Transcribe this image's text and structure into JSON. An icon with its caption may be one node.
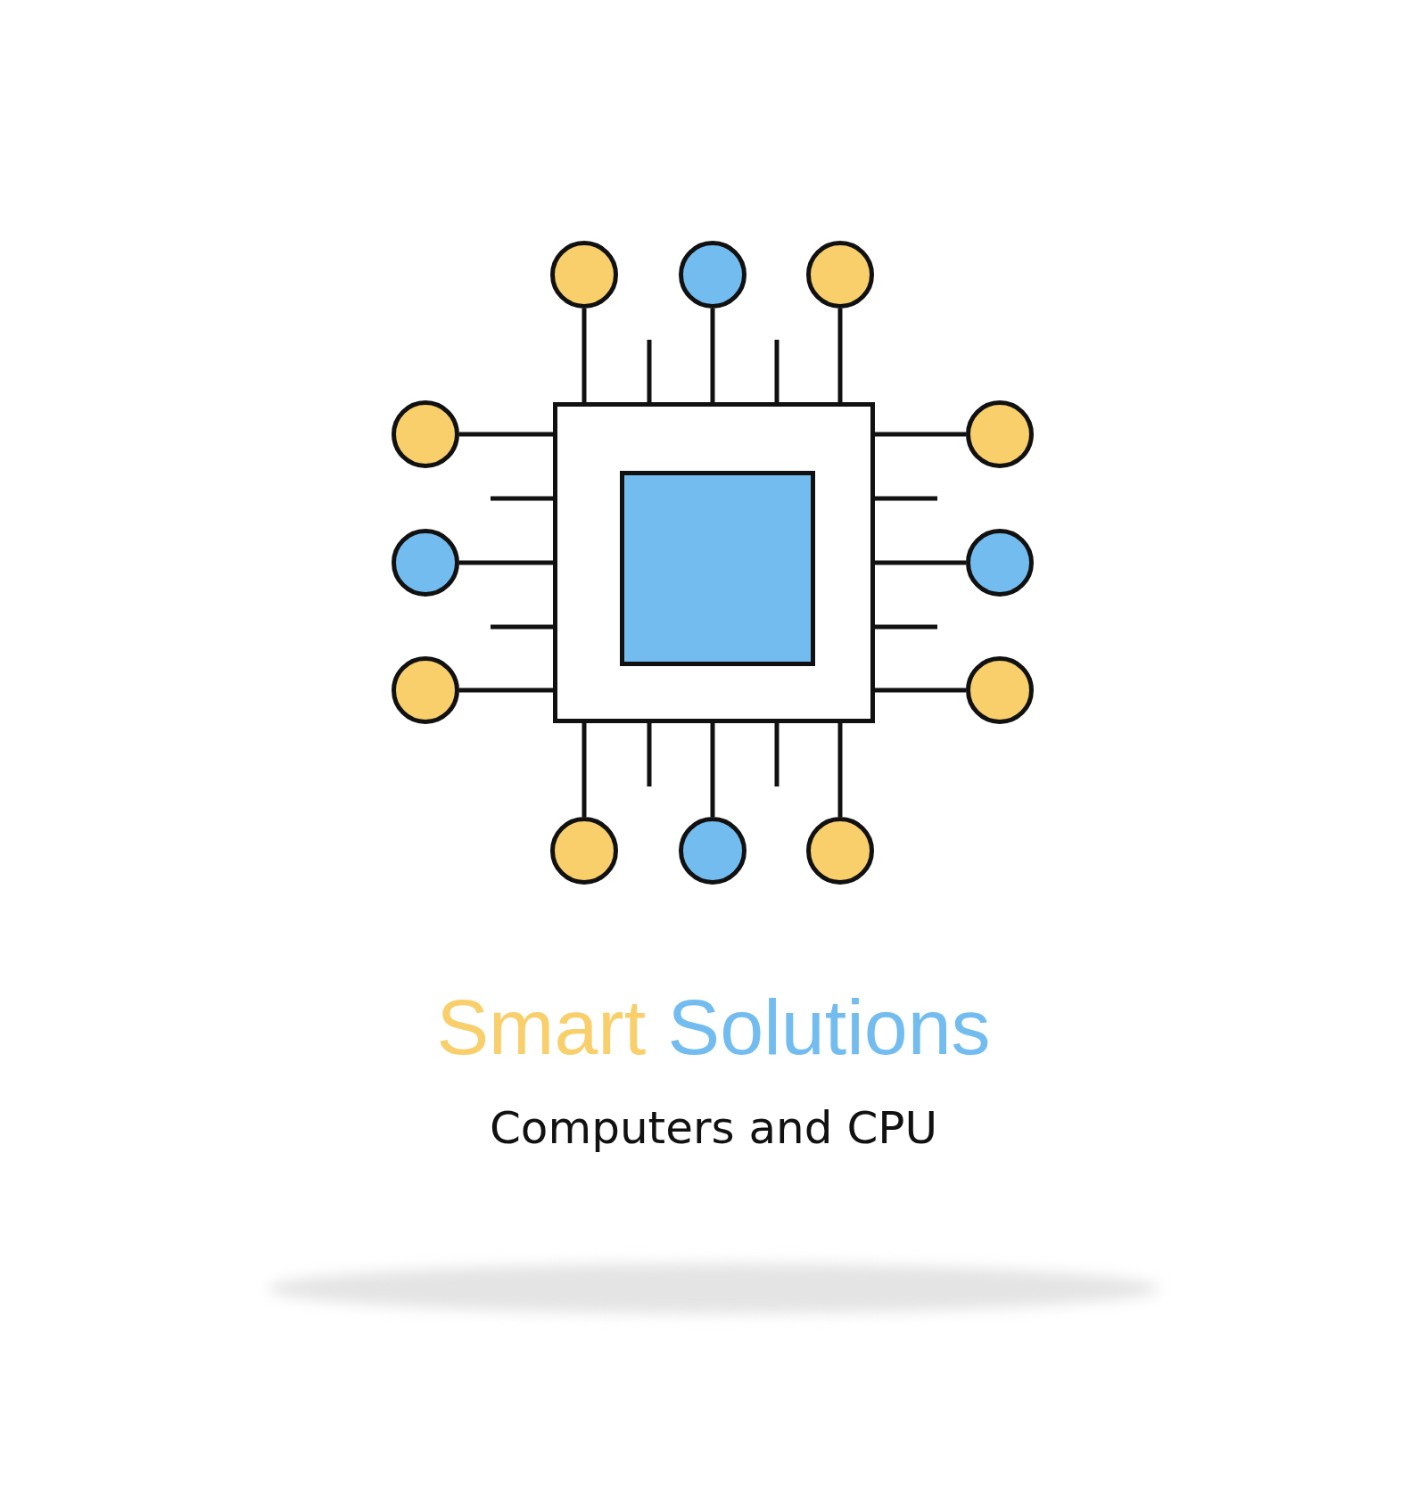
{
  "diagram": {
    "title": "Smart Solutions",
    "nodes": [
      {
        "text": [],
        "shape": "box"
      },
      {
        "text": [],
        "shape": "box",
        "in": 0
      },
      {
        "text": [],
        "shape": "circle"
      },
      {
        "text": [],
        "shape": "circle"
      },
      {
        "text": [],
        "shape": "circle"
      },
      {
        "text": [],
        "shape": "circle"
      },
      {
        "text": [],
        "shape": "circle"
      },
      {
        "text": [],
        "shape": "circle"
      },
      {
        "text": [],
        "shape": "circle"
      },
      {
        "text": [],
        "shape": "circle"
      },
      {
        "text": [],
        "shape": "circle"
      },
      {
        "text": [],
        "shape": "circle"
      },
      {
        "text": [],
        "shape": "circle"
      },
      {
        "text": [],
        "shape": "circle"
      }
    ],
    "edges": [
      {
        "from": 0,
        "to": 2,
        "arrow": "none"
      },
      {
        "from": 0,
        "to": 3,
        "arrow": "none"
      },
      {
        "from": 0,
        "to": 4,
        "arrow": "none"
      },
      {
        "from": 0,
        "to": 5,
        "arrow": "none"
      },
      {
        "from": 0,
        "to": 6,
        "arrow": "none"
      },
      {
        "from": 0,
        "to": 7,
        "arrow": "none"
      },
      {
        "from": 0,
        "to": 8,
        "arrow": "none"
      },
      {
        "from": 0,
        "to": 9,
        "arrow": "none"
      },
      {
        "from": 0,
        "to": 10,
        "arrow": "none"
      },
      {
        "from": 0,
        "to": 11,
        "arrow": "none"
      },
      {
        "from": 0,
        "to": 12,
        "arrow": "none"
      },
      {
        "from": 0,
        "to": 13,
        "arrow": "none"
      }
    ],
    "labels": [
      "Computers and CPU"
    ]
  }
}
